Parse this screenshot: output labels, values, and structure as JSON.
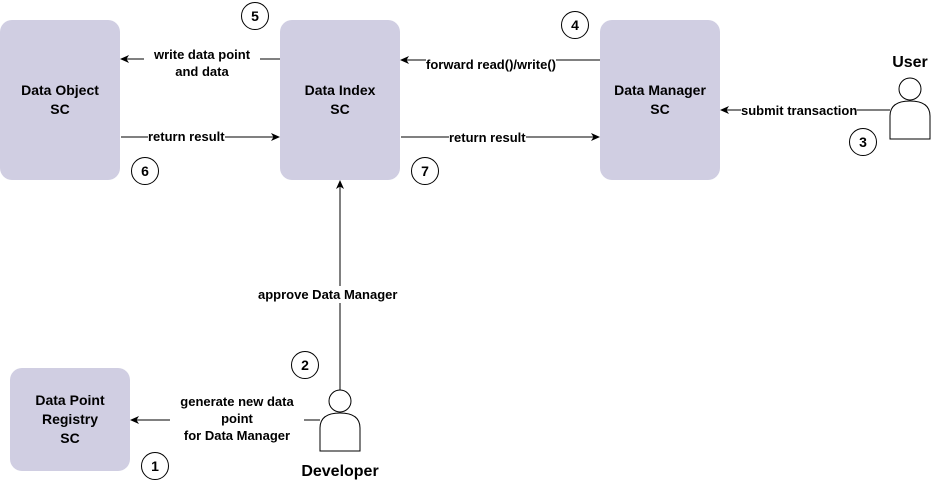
{
  "boxes": {
    "data_object": [
      "Data Object",
      "SC"
    ],
    "data_index": [
      "Data Index",
      "SC"
    ],
    "data_manager": [
      "Data Manager",
      "SC"
    ],
    "registry": [
      "Data Point",
      "Registry",
      "SC"
    ]
  },
  "actors": {
    "user": "User",
    "developer": "Developer"
  },
  "edges": {
    "write_data": [
      "write data point",
      "and data"
    ],
    "return_result_left": "return result",
    "forward": "forward read()/write()",
    "return_result_right": "return result",
    "submit": "submit transaction",
    "approve": "approve Data Manager",
    "generate": [
      "generate new data",
      "point",
      "for Data Manager"
    ]
  },
  "steps": [
    "1",
    "2",
    "3",
    "4",
    "5",
    "6",
    "7"
  ],
  "colors": {
    "box_fill": "#d0cee2",
    "line": "#000000"
  }
}
